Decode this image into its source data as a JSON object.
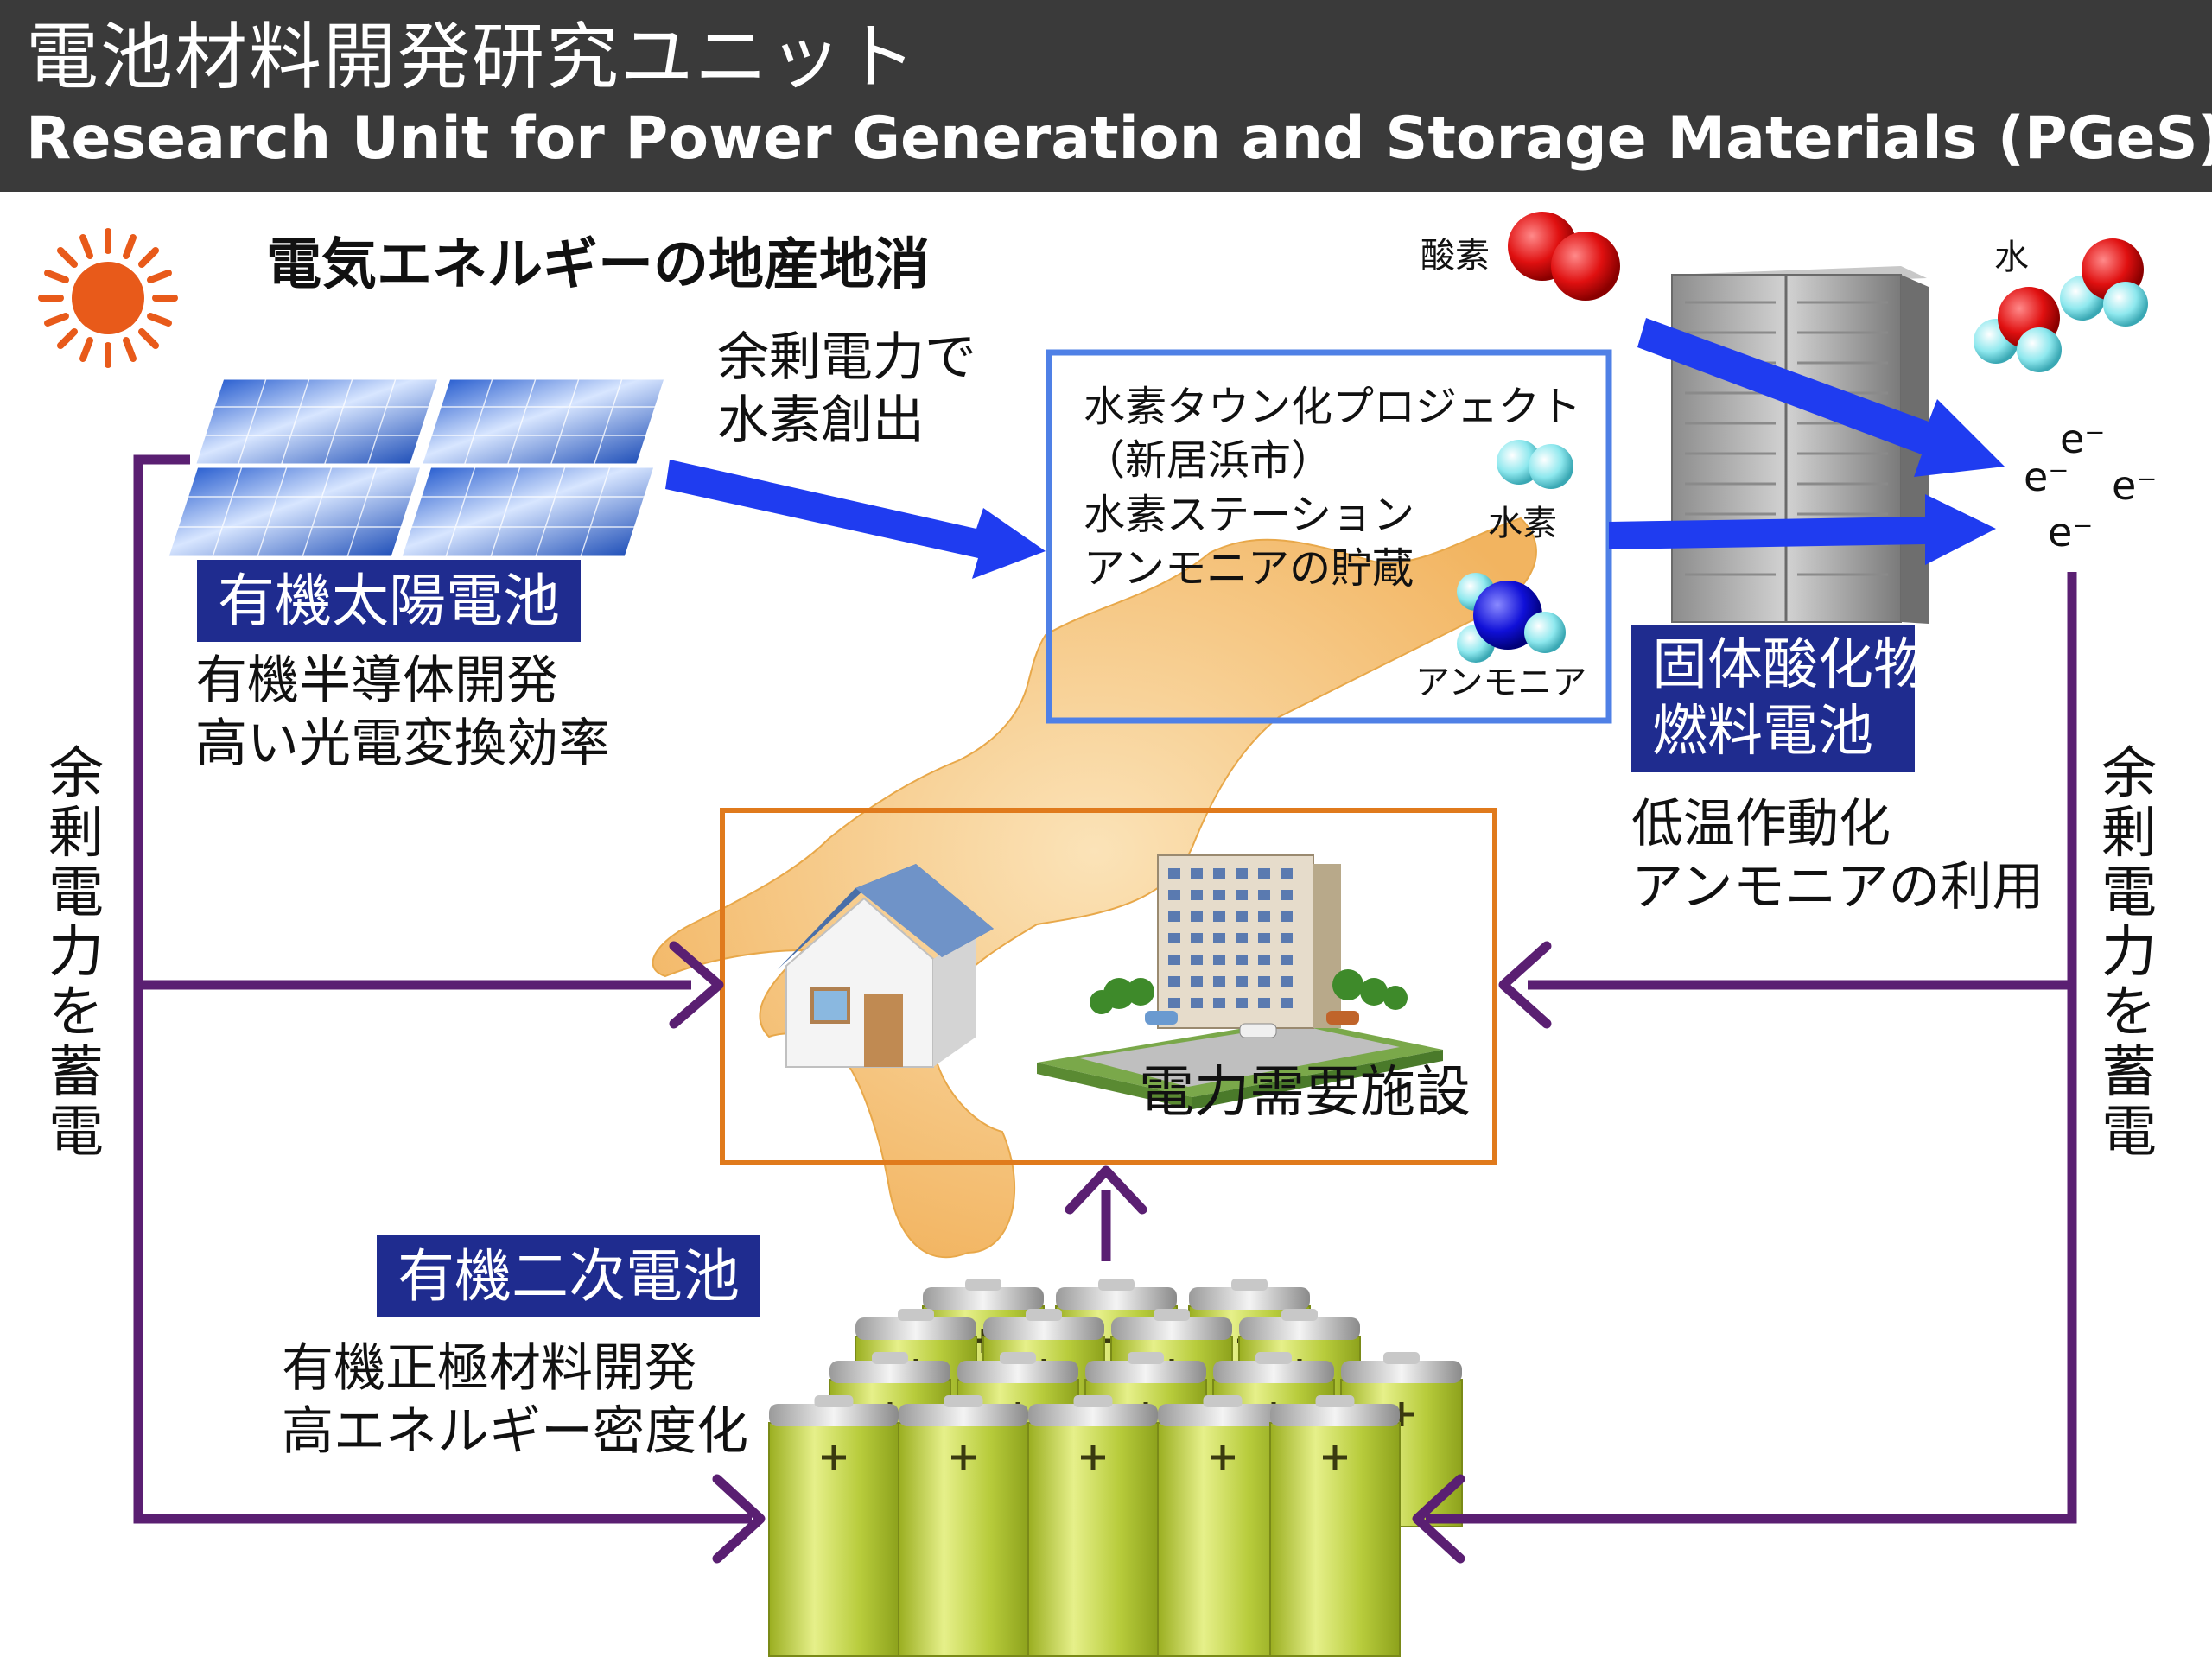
{
  "header": {
    "title_jp": "電池材料開発研究ユニット",
    "title_en": "Research Unit for Power Generation and Storage Materials (PGeS)"
  },
  "theme": "電気エネルギーの地産地消",
  "solar": {
    "label": "有機太陽電池",
    "desc": [
      "有機半導体開発",
      "高い光電変換効率"
    ]
  },
  "surplus_to_hydrogen": [
    "余剰電力で",
    "水素創出"
  ],
  "hydrogen_project": {
    "lines": [
      "水素タウン化プロジェクト",
      "（新居浜市）",
      "水素ステーション",
      "アンモニアの貯蔵"
    ],
    "hydrogen_label": "水素",
    "ammonia_label": "アンモニア"
  },
  "fuel_cell": {
    "label_lines": [
      "固体酸化物型",
      "燃料電池"
    ],
    "desc": [
      "低温作動化",
      "アンモニアの利用"
    ],
    "oxygen_label": "酸素",
    "water_label": "水",
    "electrons": [
      "e⁻",
      "e⁻",
      "e⁻",
      "e⁻"
    ]
  },
  "demand": {
    "label": "電力需要施設"
  },
  "battery": {
    "label": "有機二次電池",
    "desc": [
      "有機正極材料開発",
      "高エネルギー密度化"
    ]
  },
  "storage_left": "余剰電力を蓄電",
  "storage_right": "余剰電力を蓄電",
  "colors": {
    "header_bg": "#3a3a3a",
    "label_bg": "#1f2c8f",
    "arrow_purple": "#5a1f72",
    "arrow_blue": "#1f3cf0",
    "map_fill": "#f6c878",
    "blue_box": "#4f80e6",
    "orange_box": "#e07a1c",
    "battery_green": "#b4cc3a",
    "sun": "#e85a1a"
  }
}
